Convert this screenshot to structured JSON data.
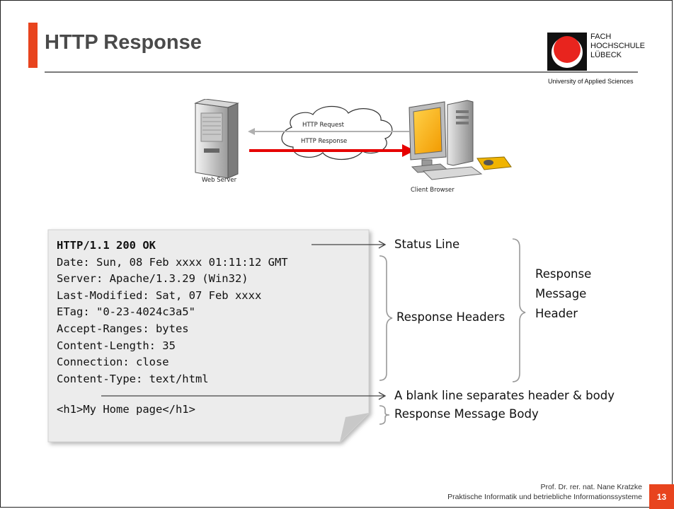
{
  "slide": {
    "title": "HTTP Response",
    "page_number": "13",
    "accent_color": "#e8441e"
  },
  "logo": {
    "line1": "FACH",
    "line2": "HOCHSCHULE",
    "line3": "LÜBECK",
    "subtitle": "University of Applied Sciences"
  },
  "diagram": {
    "server_label": "Web Server",
    "client_label": "Client Browser",
    "request_label": "HTTP Request",
    "response_label": "HTTP Response"
  },
  "code": {
    "status_line": "HTTP/1.1 200 OK",
    "headers": [
      "Date: Sun, 08 Feb xxxx 01:11:12 GMT",
      "Server: Apache/1.3.29 (Win32)",
      "Last-Modified: Sat, 07 Feb xxxx",
      "ETag: \"0-23-4024c3a5\"",
      "Accept-Ranges: bytes",
      "Content-Length: 35",
      "Connection: close",
      "Content-Type: text/html"
    ],
    "body": "<h1>My Home page</h1>"
  },
  "annotations": {
    "status_line": "Status Line",
    "response_headers": "Response Headers",
    "message_header_1": "Response",
    "message_header_2": "Message",
    "message_header_3": "Header",
    "blank_line": "A blank line separates header & body",
    "message_body": "Response Message Body"
  },
  "footer": {
    "author": "Prof. Dr. rer. nat. Nane Kratzke",
    "course": "Praktische Informatik und betriebliche Informationssysteme"
  }
}
